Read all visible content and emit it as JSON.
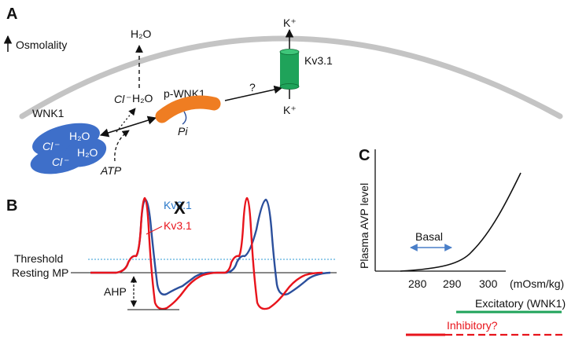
{
  "panels": {
    "a": "A",
    "b": "B",
    "c": "C"
  },
  "panel_a": {
    "osmolality": "Osmolality",
    "h2o_top": "H₂O",
    "cl_h2o_left": "Cl⁻",
    "cl_h2o_right": "H₂O",
    "wnk1": "WNK1",
    "blob_h2o_1": "H₂O",
    "blob_cl_1": "Cl⁻",
    "blob_h2o_2": "H₂O",
    "blob_cl_2": "Cl⁻",
    "atp": "ATP",
    "p_wnk1": "p-WNK1",
    "pi": "Pi",
    "question": "?",
    "k_top": "K⁺",
    "k_bottom": "K⁺",
    "kv31": "Kv3.1",
    "colors": {
      "membrane": "#c4c4c4",
      "wnk1": "#3e6fc9",
      "p_wnk1": "#ef7d22",
      "channel": "#1fa35a"
    }
  },
  "panel_b": {
    "threshold": "Threshold",
    "resting_mp": "Resting MP",
    "ahp": "AHP",
    "kv31_knockout": "Kv3.1",
    "kv31_knockout_mark": "X",
    "kv31": "Kv3.1",
    "colors": {
      "knockout_trace": "#2b4f9c",
      "control_trace": "#e8141c",
      "threshold_line": "#2f9bd6"
    }
  },
  "panel_c": {
    "ylabel": "Plasma AVP level",
    "xticks": [
      "280",
      "290",
      "300"
    ],
    "xunit": "(mOsm/kg)",
    "basal": "Basal",
    "excitatory": "Excitatory (WNK1)",
    "inhibitory": "Inhibitory?",
    "colors": {
      "basal_arrow": "#4a7fc8",
      "excitatory": "#1fa35a",
      "inhibitory": "#e8141c"
    }
  }
}
